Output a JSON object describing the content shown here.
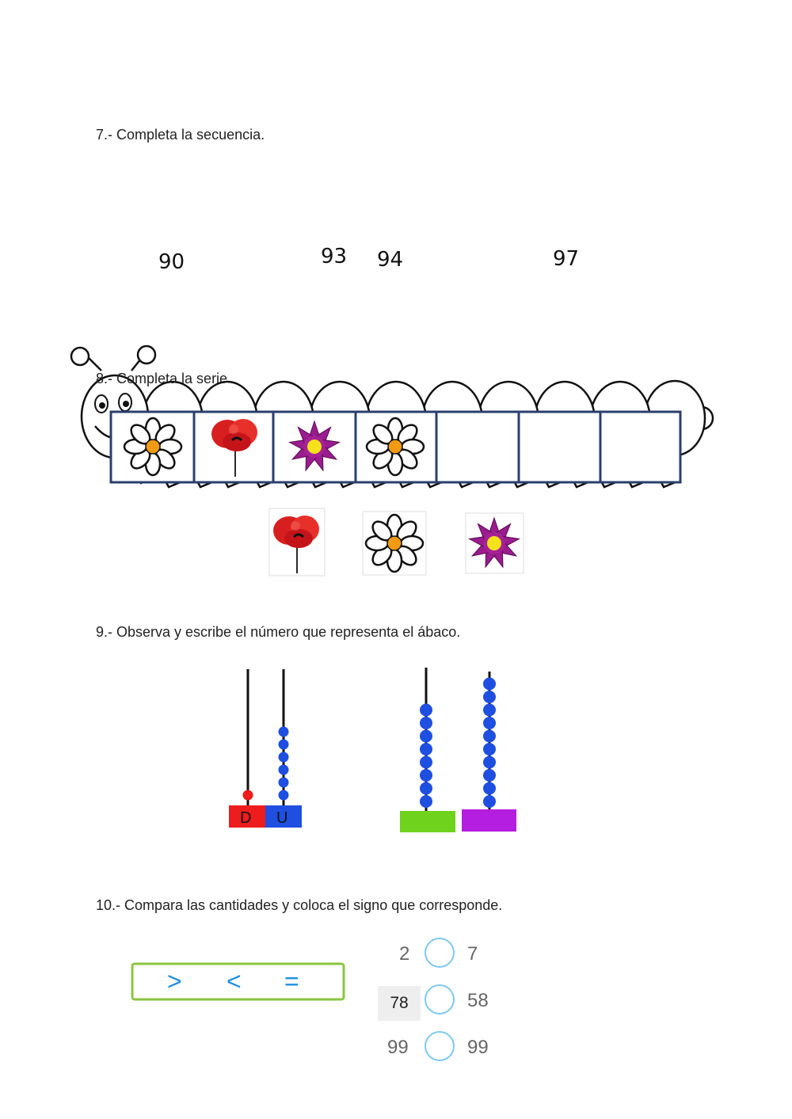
{
  "questions": {
    "q7": "7.- Completa la secuencia.",
    "q8": "8.- Completa la serie",
    "q9": "9.- Observa y escribe el número que representa el ábaco.",
    "q10": "10.- Compara las cantidades y coloca el signo que corresponde."
  },
  "caterpillar": {
    "segments": [
      "90",
      "",
      "",
      "93",
      "94",
      "",
      "",
      "97",
      "",
      ""
    ]
  },
  "series": {
    "cells": [
      "daisy",
      "poppy",
      "purple-flower",
      "daisy",
      "",
      "",
      ""
    ],
    "options": [
      "poppy",
      "daisy",
      "purple-flower"
    ]
  },
  "abacus": {
    "first": {
      "tens_label": "D",
      "units_label": "U",
      "tens": 1,
      "units": 6,
      "tens_color": "#ee1c1c",
      "units_color": "#1f4fe0"
    },
    "second": {
      "tens": 8,
      "units": 10,
      "tens_color": "#6fd21c",
      "units_color": "#b31ee0"
    }
  },
  "compare": {
    "signs": [
      ">",
      "<",
      "="
    ],
    "rows": [
      {
        "left": "2",
        "right": "7"
      },
      {
        "left": "78",
        "right": "58"
      },
      {
        "left": "99",
        "right": "99"
      }
    ]
  }
}
